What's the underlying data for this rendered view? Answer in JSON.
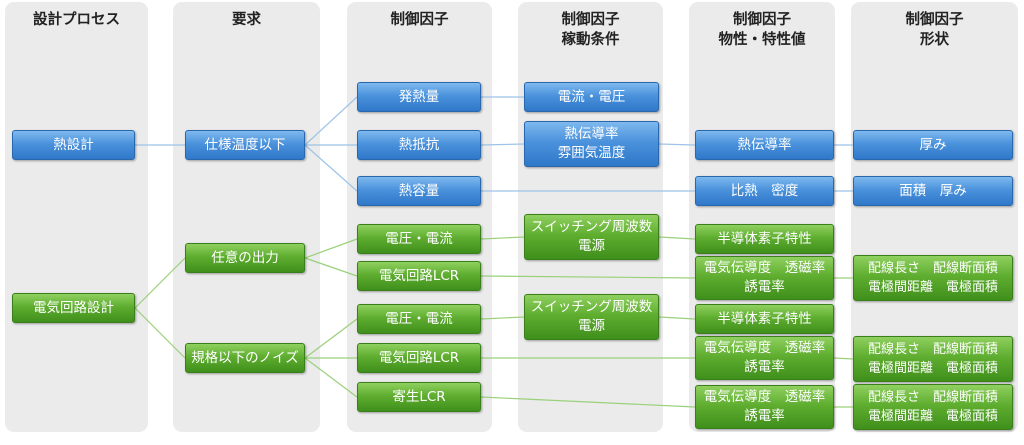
{
  "colors": {
    "blue": "#3a86d6",
    "green": "#55a82a",
    "line_blue": "#9cc3e8",
    "line_green": "#9ad07a",
    "column_bg": "#ebebeb"
  },
  "columns": [
    {
      "id": "c0",
      "lines": [
        "設計プロセス"
      ]
    },
    {
      "id": "c1",
      "lines": [
        "要求"
      ]
    },
    {
      "id": "c2",
      "lines": [
        "制御因子"
      ]
    },
    {
      "id": "c3",
      "lines": [
        "制御因子",
        "稼動条件"
      ]
    },
    {
      "id": "c4",
      "lines": [
        "制御因子",
        "物性・特性値"
      ]
    },
    {
      "id": "c5",
      "lines": [
        "制御因子",
        "形状"
      ]
    }
  ],
  "nodes": [
    {
      "id": "n_thermal_design",
      "col": "c0",
      "row": "r_heat",
      "tone": "blue",
      "lines": [
        "熱設計"
      ]
    },
    {
      "id": "n_spec_temp",
      "col": "c1",
      "row": "r_heat",
      "tone": "blue",
      "lines": [
        "仕様温度以下"
      ]
    },
    {
      "id": "n_heat_gen",
      "col": "c2",
      "row": "r_gen",
      "tone": "blue",
      "lines": [
        "発熱量"
      ]
    },
    {
      "id": "n_heat_res",
      "col": "c2",
      "row": "r_heat",
      "tone": "blue",
      "lines": [
        "熱抵抗"
      ]
    },
    {
      "id": "n_heat_cap",
      "col": "c2",
      "row": "r_cap",
      "tone": "blue",
      "lines": [
        "熱容量"
      ]
    },
    {
      "id": "n_cur_volt",
      "col": "c3",
      "row": "r_gen",
      "tone": "blue",
      "lines": [
        "電流・電圧"
      ]
    },
    {
      "id": "n_cond_atm",
      "col": "c3",
      "row": "r_heat",
      "tone": "blue",
      "lines": [
        "熱伝導率",
        "雰囲気温度"
      ]
    },
    {
      "id": "n_cond",
      "col": "c4",
      "row": "r_heat",
      "tone": "blue",
      "lines": [
        "熱伝導率"
      ]
    },
    {
      "id": "n_sp_heat",
      "col": "c4",
      "row": "r_cap",
      "tone": "blue",
      "lines": [
        "比熱　密度"
      ]
    },
    {
      "id": "n_thick",
      "col": "c5",
      "row": "r_heat",
      "tone": "blue",
      "lines": [
        "厚み"
      ]
    },
    {
      "id": "n_area_thick",
      "col": "c5",
      "row": "r_cap",
      "tone": "blue",
      "lines": [
        "面積　厚み"
      ]
    },
    {
      "id": "n_circuit_design",
      "col": "c0",
      "row": "r_circuit",
      "tone": "green",
      "lines": [
        "電気回路設計"
      ]
    },
    {
      "id": "n_any_output",
      "col": "c1",
      "row": "r_out",
      "tone": "green",
      "lines": [
        "任意の出力"
      ]
    },
    {
      "id": "n_noise",
      "col": "c1",
      "row": "r_noise",
      "tone": "green",
      "lines": [
        "規格以下のノイズ"
      ]
    },
    {
      "id": "n_vc1",
      "col": "c2",
      "row": "r_vc1",
      "tone": "green",
      "lines": [
        "電圧・電流"
      ]
    },
    {
      "id": "n_lcr1",
      "col": "c2",
      "row": "r_lcr1",
      "tone": "green",
      "lines": [
        "電気回路LCR"
      ]
    },
    {
      "id": "n_vc2",
      "col": "c2",
      "row": "r_vc2",
      "tone": "green",
      "lines": [
        "電圧・電流"
      ]
    },
    {
      "id": "n_lcr2",
      "col": "c2",
      "row": "r_lcr2",
      "tone": "green",
      "lines": [
        "電気回路LCR"
      ]
    },
    {
      "id": "n_parasitic",
      "col": "c2",
      "row": "r_par",
      "tone": "green",
      "lines": [
        "寄生LCR"
      ]
    },
    {
      "id": "n_sw1",
      "col": "c3",
      "row": "r_sw1",
      "tone": "green",
      "lines": [
        "スイッチング周波数",
        "電源"
      ]
    },
    {
      "id": "n_sw2",
      "col": "c3",
      "row": "r_sw2",
      "tone": "green",
      "lines": [
        "スイッチング周波数",
        "電源"
      ]
    },
    {
      "id": "n_semi1",
      "col": "c4",
      "row": "r_vc1",
      "tone": "green",
      "lines": [
        "半導体素子特性"
      ]
    },
    {
      "id": "n_perm1",
      "col": "c4",
      "row": "r_lcr1",
      "tone": "green",
      "lines": [
        "電気伝導度　透磁率",
        "誘電率"
      ]
    },
    {
      "id": "n_semi2",
      "col": "c4",
      "row": "r_vc2",
      "tone": "green",
      "lines": [
        "半導体素子特性"
      ]
    },
    {
      "id": "n_perm2",
      "col": "c4",
      "row": "r_lcr2",
      "tone": "green",
      "lines": [
        "電気伝導度　透磁率",
        "誘電率"
      ]
    },
    {
      "id": "n_perm3",
      "col": "c4",
      "row": "r_par",
      "tone": "green",
      "lines": [
        "電気伝導度　透磁率",
        "誘電率"
      ]
    },
    {
      "id": "n_wire1",
      "col": "c5",
      "row": "r_lcr1",
      "tone": "green",
      "lines": [
        "配線長さ　配線断面積",
        "電極間距離　電極面積"
      ]
    },
    {
      "id": "n_wire2",
      "col": "c5",
      "row": "r_lcr2",
      "tone": "green",
      "lines": [
        "配線長さ　配線断面積",
        "電極間距離　電極面積"
      ]
    },
    {
      "id": "n_wire3",
      "col": "c5",
      "row": "r_par",
      "tone": "green",
      "lines": [
        "配線長さ　配線断面積",
        "電極間距離　電極面積"
      ]
    }
  ],
  "edges": [
    {
      "from": "n_thermal_design",
      "to": "n_spec_temp"
    },
    {
      "from": "n_spec_temp",
      "to": "n_heat_gen"
    },
    {
      "from": "n_spec_temp",
      "to": "n_heat_res"
    },
    {
      "from": "n_spec_temp",
      "to": "n_heat_cap"
    },
    {
      "from": "n_heat_gen",
      "to": "n_cur_volt"
    },
    {
      "from": "n_heat_res",
      "to": "n_cond_atm"
    },
    {
      "from": "n_cond_atm",
      "to": "n_cond"
    },
    {
      "from": "n_cond",
      "to": "n_thick"
    },
    {
      "from": "n_heat_cap",
      "to": "n_sp_heat"
    },
    {
      "from": "n_sp_heat",
      "to": "n_area_thick"
    },
    {
      "from": "n_circuit_design",
      "to": "n_any_output"
    },
    {
      "from": "n_circuit_design",
      "to": "n_noise"
    },
    {
      "from": "n_any_output",
      "to": "n_vc1"
    },
    {
      "from": "n_any_output",
      "to": "n_lcr1"
    },
    {
      "from": "n_noise",
      "to": "n_vc2"
    },
    {
      "from": "n_noise",
      "to": "n_lcr2"
    },
    {
      "from": "n_noise",
      "to": "n_parasitic"
    },
    {
      "from": "n_vc1",
      "to": "n_sw1"
    },
    {
      "from": "n_sw1",
      "to": "n_semi1"
    },
    {
      "from": "n_lcr1",
      "to": "n_perm1"
    },
    {
      "from": "n_perm1",
      "to": "n_wire1"
    },
    {
      "from": "n_vc2",
      "to": "n_sw2"
    },
    {
      "from": "n_sw2",
      "to": "n_semi2"
    },
    {
      "from": "n_lcr2",
      "to": "n_perm2"
    },
    {
      "from": "n_perm2",
      "to": "n_wire2"
    },
    {
      "from": "n_parasitic",
      "to": "n_perm3"
    },
    {
      "from": "n_perm3",
      "to": "n_wire3"
    }
  ]
}
